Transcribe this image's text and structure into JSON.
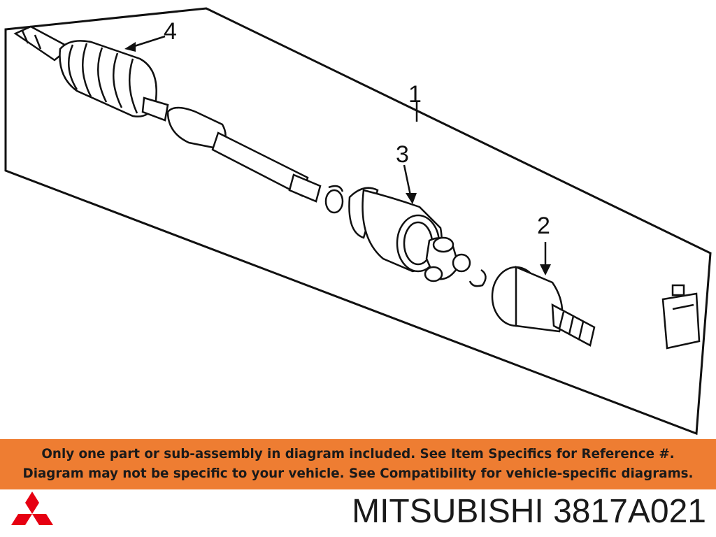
{
  "callouts": {
    "c1": "1",
    "c2": "2",
    "c3": "3",
    "c4": "4"
  },
  "notice": {
    "line1": "Only one part or sub-assembly in diagram included. See Item Specifics for Reference #.",
    "line2": "Diagram may not be specific to your vehicle. See Compatibility for vehicle-specific diagrams."
  },
  "footer": {
    "brand": "MITSUBISHI",
    "part_number": "3817A021"
  },
  "icons": {
    "logo": "mitsubishi-three-diamond-logo"
  },
  "colors": {
    "banner": "#ee7d32",
    "logo": "#e60012",
    "ink": "#111111"
  }
}
